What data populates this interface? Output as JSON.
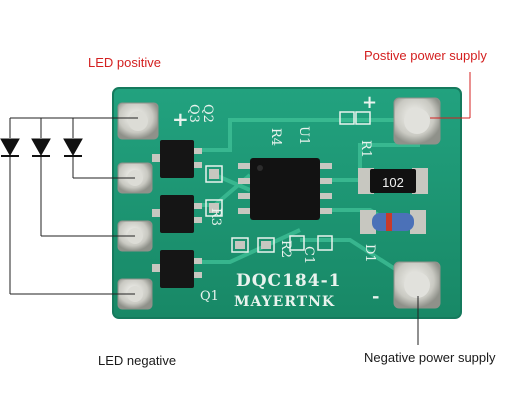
{
  "labels": {
    "led_positive": "LED positive",
    "positive_supply": "Postive power supply",
    "led_negative": "LED negative",
    "negative_supply": "Negative power supply"
  },
  "board": {
    "model": "DQC184-1",
    "brand": "MAYERTNK",
    "resistor_value": "102",
    "plus_sign": "+",
    "minus_sign": "-",
    "silk": {
      "q3": "Q3",
      "q2": "Q2",
      "q1": "Q1",
      "r4": "R4",
      "u1": "U1",
      "r1": "R1",
      "r3": "R3",
      "r2": "R2",
      "c1": "C1",
      "d1": "D1",
      "plus_small": "+"
    }
  },
  "colors": {
    "pcb": "#1e9a78",
    "pcb_edge": "#157a5d",
    "pad": "#b9b9b2",
    "annotation_red": "#d42020",
    "wire": "#222222"
  }
}
